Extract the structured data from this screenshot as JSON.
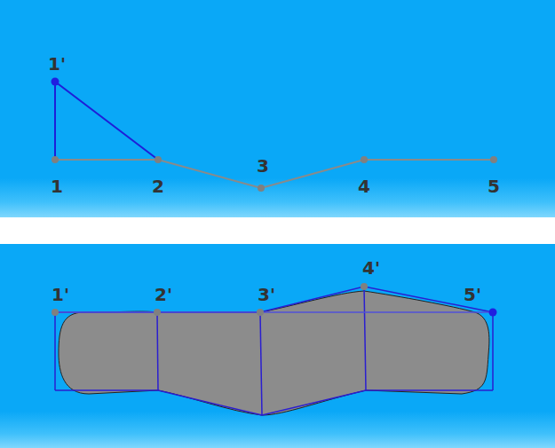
{
  "diagram": {
    "labels": [
      "1'",
      "1",
      "2",
      "3",
      "4",
      "5",
      "1'",
      "2'",
      "3'",
      "4'",
      "5'"
    ]
  }
}
